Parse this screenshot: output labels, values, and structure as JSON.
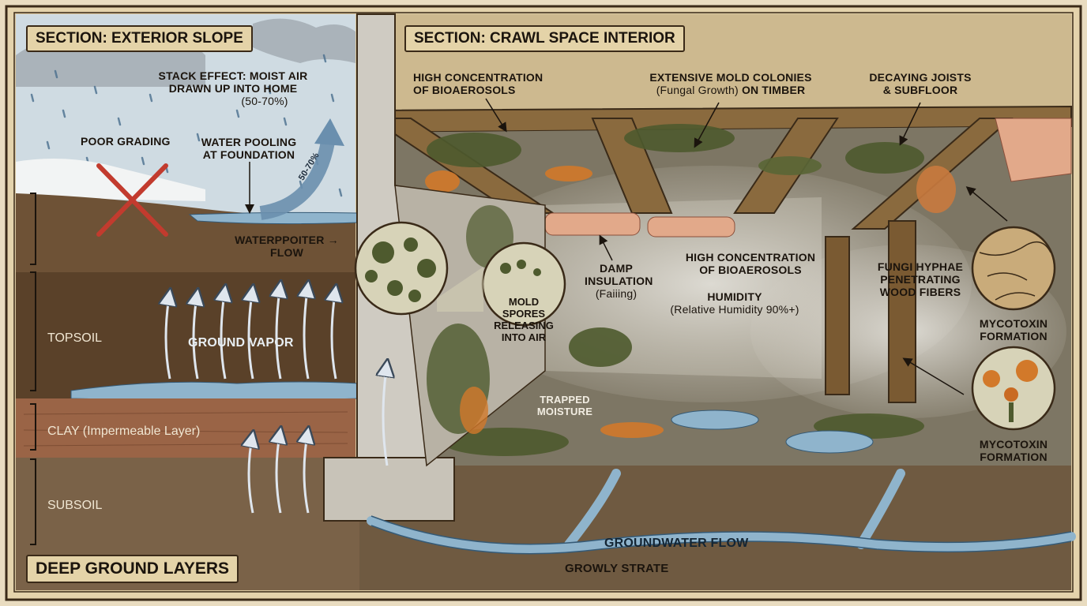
{
  "sections": {
    "exterior": "SECTION: EXTERIOR SLOPE",
    "interior": "SECTION: CRAWL SPACE INTERIOR",
    "deep": "DEEP GROUND LAYERS"
  },
  "layers": {
    "topsoil": "TOPSOIL",
    "clay": "CLAY (Impermeable Layer)",
    "subsoil": "SUBSOIL"
  },
  "exterior_labels": {
    "stack_effect": [
      "STACK EFFECT: MOIST AIR",
      "DRAWN UP INTO HOME",
      "(50-70%)"
    ],
    "arrow_pct": "50-70%",
    "poor_grading": "POOR GRADING",
    "water_pooling": [
      "WATER POOLING",
      "AT FOUNDATION"
    ],
    "waterpoiter": [
      "WATERPPOITER →",
      "FLOW"
    ],
    "ground_vapor": "GROUND VAPOR"
  },
  "interior_labels": {
    "bioaerosols_top": [
      "HIGH CONCENTRATION",
      "OF BIOAEROSOLS"
    ],
    "mold_colonies": [
      "EXTENSIVE MOLD COLONIES",
      "(Fungal Growth)",
      "ON TIMBER"
    ],
    "decaying_joists": [
      "DECAYING JOISTS",
      "& SUBFLOOR"
    ],
    "damp_insulation": [
      "DAMP",
      "INSULATION",
      "(Faiiing)"
    ],
    "bioaerosols_mid": [
      "HIGH CONCENTRATION",
      "OF BIOAEROSOLS"
    ],
    "humidity": [
      "HUMIDITY",
      "(Relative Humidity 90%+)"
    ],
    "fungi_hyphae": [
      "FUNGI HYPHAE",
      "PENETRATING",
      "WOOD FIBERS"
    ],
    "mycotoxin_1": [
      "MYCOTOXIN",
      "FORMATION"
    ],
    "mycotoxin_2": [
      "MYCOTOXIN",
      "FORMATION"
    ],
    "mold_spores": [
      "MOLD SPORES",
      "RELEASING",
      "INTO AIR"
    ],
    "trapped_moisture": [
      "TRAPPED",
      "MOISTURE"
    ],
    "groundwater_flow": "GROUNDWATER FLOW",
    "growly_strate": "GROWLY STRATE"
  },
  "colors": {
    "parchment": "#e9dcc0",
    "soil_top": "#6e5236",
    "clay": "#9a6446",
    "subsoil": "#7a6248",
    "water": "#8fb4cc",
    "mold_green": "#4e5a2e",
    "mold_orange": "#d2792a",
    "wood": "#8a6a3e"
  }
}
